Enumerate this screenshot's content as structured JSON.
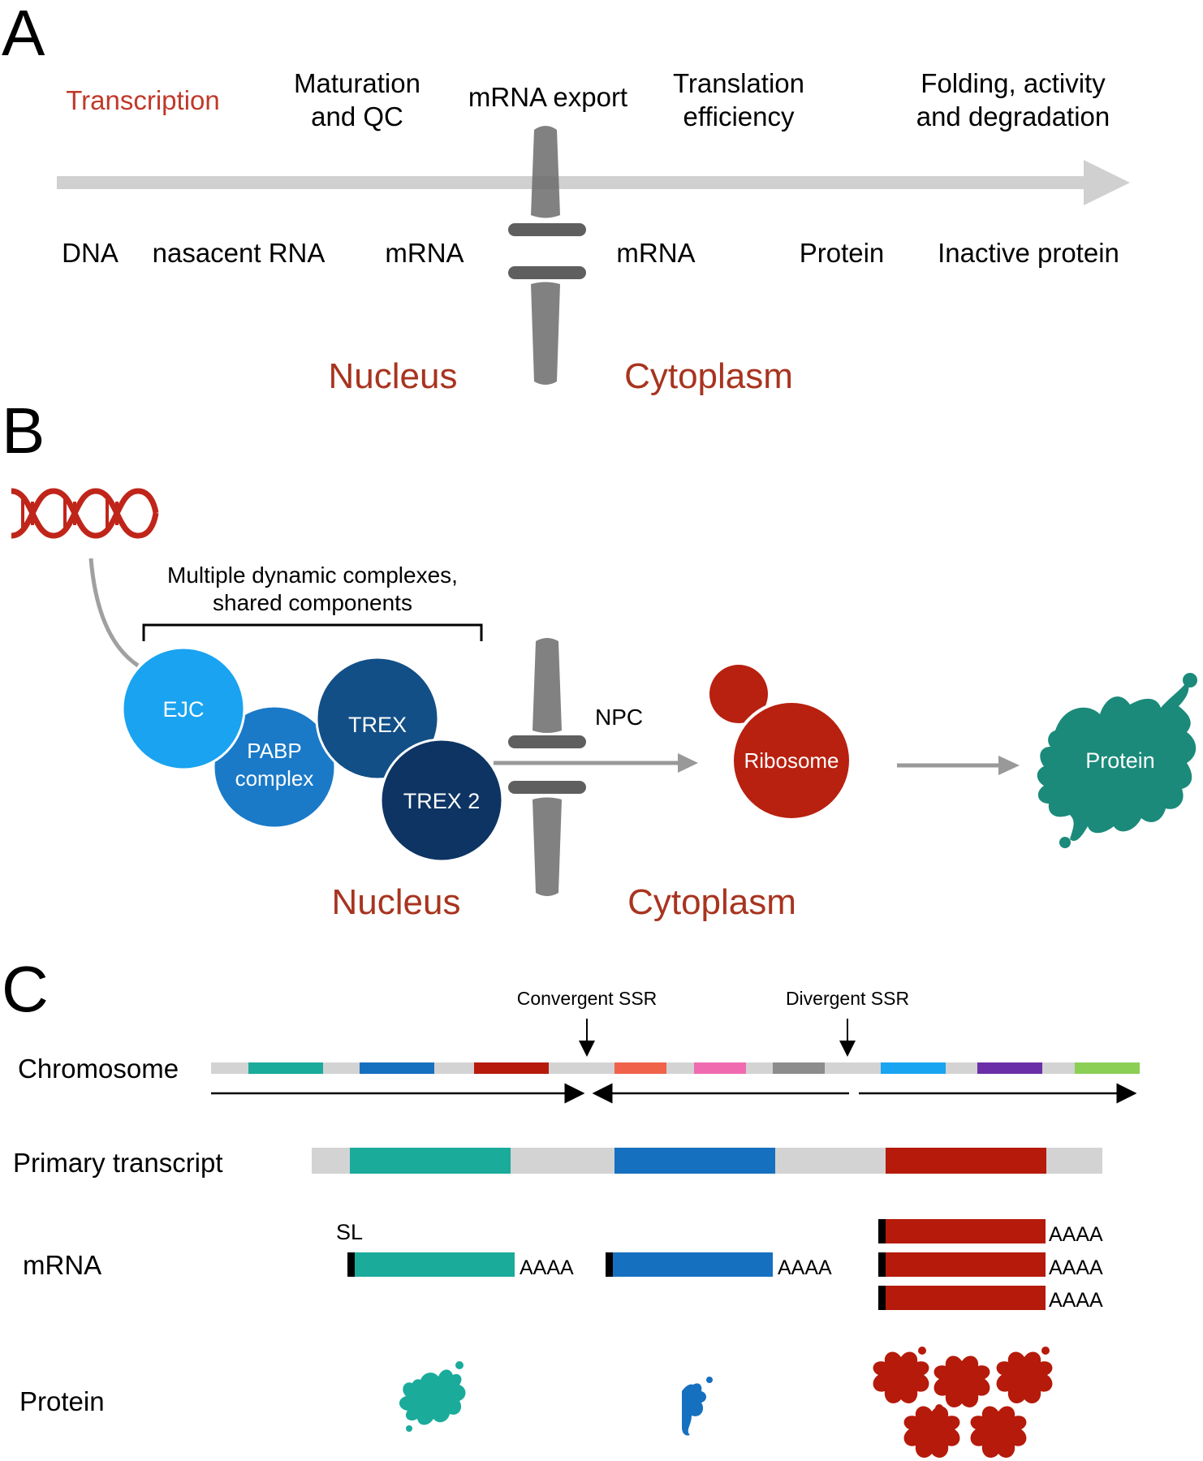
{
  "panel_a": {
    "letter": "A",
    "steps": [
      "Transcription",
      "Maturation",
      "and QC",
      "mRNA export",
      "Translation",
      "efficiency",
      "Folding, activity",
      "and degradation"
    ],
    "molecules": [
      "DNA",
      "nasacent RNA",
      "mRNA",
      "mRNA",
      "Protein",
      "Inactive protein"
    ],
    "nucleus": "Nucleus",
    "cytoplasm": "Cytoplasm"
  },
  "panel_b": {
    "letter": "B",
    "bracket_line1": "Multiple dynamic complexes,",
    "bracket_line2": "shared components",
    "ejc": "EJC",
    "pabp1": "PABP",
    "pabp2": "complex",
    "trex": "TREX",
    "trex2": "TREX 2",
    "npc": "NPC",
    "ribosome": "Ribosome",
    "protein": "Protein",
    "nucleus": "Nucleus",
    "cytoplasm": "Cytoplasm"
  },
  "panel_c": {
    "letter": "C",
    "convergent": "Convergent SSR",
    "divergent": "Divergent SSR",
    "chromosome": "Chromosome",
    "primary": "Primary transcript",
    "mrna": "mRNA",
    "sl": "SL",
    "polyA": "AAAA",
    "protein": "Protein"
  },
  "colors": {
    "red_label": "#a8341f",
    "transcription": "#c0392b",
    "dna": "#c0251a",
    "ejc": "#1aa3f0",
    "pabp": "#1a7ac8",
    "trex": "#124f86",
    "trex2": "#0d3463",
    "ribosome": "#b8200f",
    "protein_b": "#1b8a7a",
    "teal": "#1aab9b",
    "blue": "#1670c0",
    "red": "#b51a0a",
    "orange": "#f0624a",
    "pink": "#f06ab0",
    "gray": "#8c8c8c",
    "lightblue": "#18a4f0",
    "purple": "#6a2fa8",
    "green": "#8bcf55"
  }
}
